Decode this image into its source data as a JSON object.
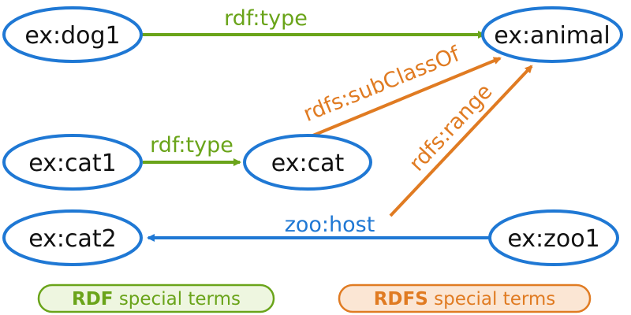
{
  "colors": {
    "node_stroke": "#1f78d4",
    "rdf": "#6aa41a",
    "rdfs": "#e07b22",
    "zoo": "#1f78d4",
    "rdf_legend_fill": "#eef6e0",
    "rdfs_legend_fill": "#fbe6d4"
  },
  "nodes": {
    "dog1": "ex:dog1",
    "animal": "ex:animal",
    "cat1": "ex:cat1",
    "cat": "ex:cat",
    "cat2": "ex:cat2",
    "zoo1": "ex:zoo1"
  },
  "edges": {
    "dog1_type": "rdf:type",
    "cat1_type": "rdf:type",
    "subclass": "rdfs:subClassOf",
    "range": "rdfs:range",
    "host": "zoo:host"
  },
  "legend": {
    "rdf_bold": "RDF",
    "rdf_rest": " special terms",
    "rdfs_bold": "RDFS",
    "rdfs_rest": " special terms"
  }
}
